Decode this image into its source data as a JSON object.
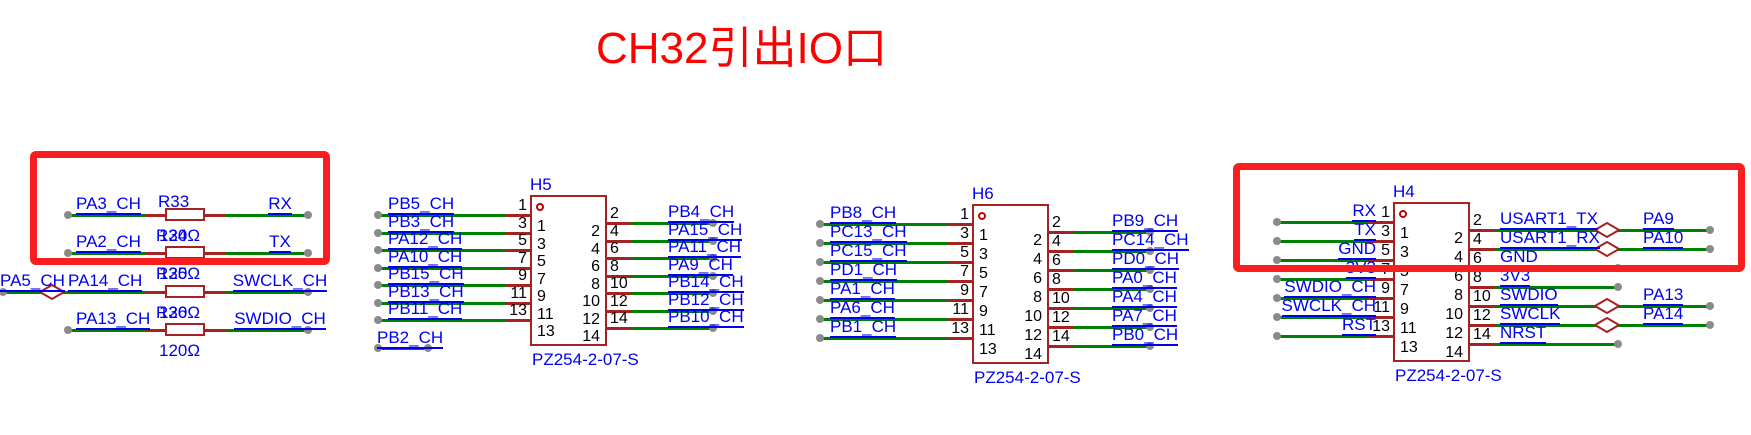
{
  "title": "CH32引出IO口",
  "colors": {
    "wire_green": "#008000",
    "component_red": "#A42222",
    "net_label_blue": "#0000EE",
    "title_red": "#FF0000",
    "highlight_red": "#FB1E1E",
    "pin_number_black": "#000000",
    "dot_gray": "#8A8A8A"
  },
  "resistor_section": {
    "resistor_value": "120Ω",
    "rows": [
      {
        "left": "PA3_CH",
        "resistor": "R33",
        "right": "RX"
      },
      {
        "left": "PA2_CH",
        "resistor": "R34",
        "right": "TX"
      },
      {
        "far_left": "PA5_CH",
        "left": "PA14_CH",
        "resistor": "R35",
        "right": "SWCLK_CH"
      },
      {
        "left": "PA13_CH",
        "resistor": "R36",
        "right": "SWDIO_CH"
      }
    ]
  },
  "connectors": [
    {
      "ref": "H5",
      "part": "PZ254-2-07-S",
      "left_pins": [
        "1",
        "3",
        "5",
        "7",
        "9",
        "11",
        "13"
      ],
      "right_pins": [
        "2",
        "4",
        "6",
        "8",
        "10",
        "12",
        "14"
      ],
      "left_nets": [
        "PB5_CH",
        "PB3_CH",
        "PA12_CH",
        "PA10_CH",
        "PB15_CH",
        "PB13_CH",
        "PB11_CH"
      ],
      "right_nets": [
        {
          "net": "PB4_CH"
        },
        {
          "net": "PA15_CH"
        },
        {
          "net": "PA11_CH"
        },
        {
          "net": "PA9_CH"
        },
        {
          "net": "PB14_CH"
        },
        {
          "net": "PB12_CH"
        },
        {
          "net": "PB10_CH"
        }
      ],
      "extra_net": "PB2_CH"
    },
    {
      "ref": "H6",
      "part": "PZ254-2-07-S",
      "left_pins": [
        "1",
        "3",
        "5",
        "7",
        "9",
        "11",
        "13"
      ],
      "right_pins": [
        "2",
        "4",
        "6",
        "8",
        "10",
        "12",
        "14"
      ],
      "left_nets": [
        "PB8_CH",
        "PC13_CH",
        "PC15_CH",
        "PD1_CH",
        "PA1_CH",
        "PA6_CH",
        "PB1_CH"
      ],
      "right_nets": [
        {
          "net": "PB9_CH"
        },
        {
          "net": "PC14_CH"
        },
        {
          "net": "PD0_CH"
        },
        {
          "net": "PA0_CH"
        },
        {
          "net": "PA4_CH"
        },
        {
          "net": "PA7_CH"
        },
        {
          "net": "PB0_CH"
        }
      ]
    },
    {
      "ref": "H4",
      "part": "PZ254-2-07-S",
      "left_pins": [
        "1",
        "3",
        "5",
        "7",
        "9",
        "11",
        "13"
      ],
      "right_pins": [
        "2",
        "4",
        "6",
        "8",
        "10",
        "12",
        "14"
      ],
      "left_nets": [
        "RX",
        "TX",
        "GND",
        "3V3",
        "SWDIO_CH",
        "SWCLK_CH",
        "RST"
      ],
      "right_nets": [
        {
          "net": "USART1_TX",
          "target": "PA9",
          "diamond": true
        },
        {
          "net": "USART1_RX",
          "target": "PA10",
          "diamond": true
        },
        {
          "net": "GND"
        },
        {
          "net": "3V3"
        },
        {
          "net": "SWDIO",
          "target": "PA13",
          "diamond": true
        },
        {
          "net": "SWCLK",
          "target": "PA14",
          "diamond": true
        },
        {
          "net": "NRST"
        }
      ]
    }
  ]
}
